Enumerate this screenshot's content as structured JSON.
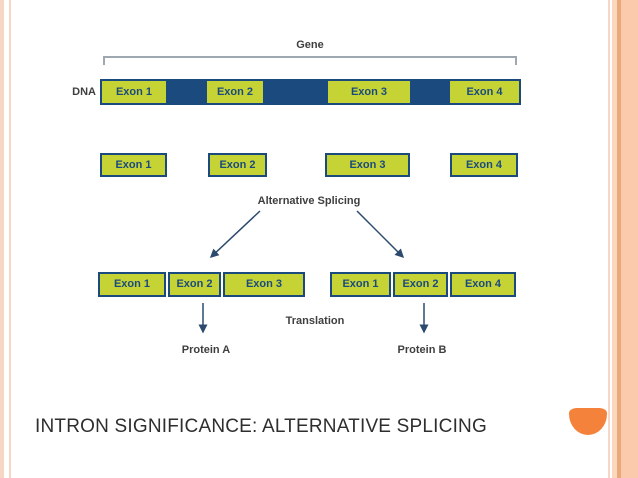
{
  "slide": {
    "title": "INTRON SIGNIFICANCE: ALTERNATIVE SPLICING"
  },
  "colors": {
    "exon_fill": "#c6d335",
    "navy": "#1a4a7e",
    "label_gray": "#3f3f3f",
    "bracket_gray": "#9fa8b0",
    "accent_orange": "#f5823a",
    "stripe_pink": "#f6d7c6",
    "band_peach_light": "#fbd7bd",
    "band_tan": "#eaa97d",
    "band_peach": "#fbc9ab"
  },
  "diagram": {
    "gene_label": "Gene",
    "dna_label": "DNA",
    "dna_bar_exons": [
      "Exon 1",
      "Exon 2",
      "Exon 3",
      "Exon 4"
    ],
    "pre_mrna_exons": [
      "Exon 1",
      "Exon 2",
      "Exon 3",
      "Exon 4"
    ],
    "alt_splicing_label": "Alternative Splicing",
    "mrna_a_exons": [
      "Exon 1",
      "Exon 2",
      "Exon 3"
    ],
    "mrna_b_exons": [
      "Exon 1",
      "Exon 2",
      "Exon 4"
    ],
    "translation_label": "Translation",
    "protein_a_label": "Protein A",
    "protein_b_label": "Protein B"
  }
}
